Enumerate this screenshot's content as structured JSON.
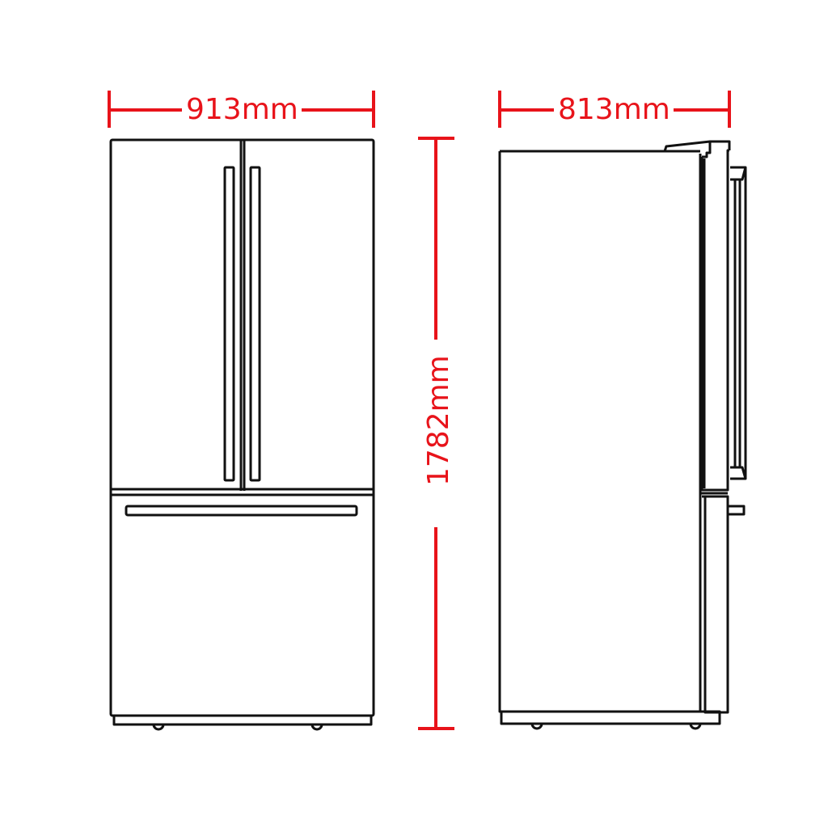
{
  "diagram": {
    "title": "Refrigerator dimension drawing",
    "dimensions": {
      "width": {
        "label": "913mm",
        "view": "front"
      },
      "depth": {
        "label": "813mm",
        "view": "side"
      },
      "height": {
        "label": "1782mm",
        "view": "between views"
      }
    },
    "colors": {
      "dimension_line": "#e8131a",
      "outline": "#111111",
      "background": "#ffffff"
    },
    "views": [
      {
        "name": "front-view",
        "parts": [
          "top-left-door",
          "top-right-door",
          "left-door-handle",
          "right-door-handle",
          "freezer-drawer",
          "drawer-handle",
          "base-plinth",
          "feet"
        ]
      },
      {
        "name": "side-view",
        "parts": [
          "cabinet-body",
          "top-hinge-cover",
          "upper-door",
          "upper-door-handle",
          "drawer-front",
          "drawer-handle",
          "base-plinth",
          "feet"
        ]
      }
    ]
  }
}
